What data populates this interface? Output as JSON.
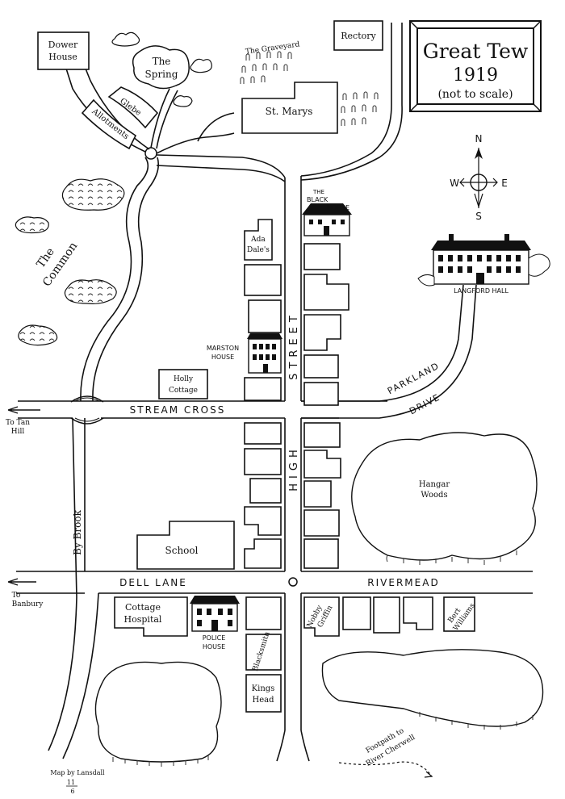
{
  "title": {
    "line1": "Great Tew",
    "line2": "1919",
    "line3": "(not to scale)"
  },
  "compass": {
    "n": "N",
    "s": "S",
    "e": "E",
    "w": "W"
  },
  "roads": {
    "stream_cross": "STREAM CROSS",
    "high_street_high": "HIGH",
    "high_street_street": "STREET",
    "parkland": "PARKLAND",
    "drive": "DRIVE",
    "dell_lane": "DELL LANE",
    "rivermead": "RIVERMEAD",
    "by_brook": "By Brook",
    "to_tan_hill_1": "To Tan",
    "to_tan_hill_2": "Hill",
    "to_banbury_1": "To",
    "to_banbury_2": "Banbury",
    "footpath_1": "Footpath to",
    "footpath_2": "River Cherwell"
  },
  "places": {
    "dower_house_1": "Dower",
    "dower_house_2": "House",
    "the_spring_1": "The",
    "the_spring_2": "Spring",
    "glebe": "Glebe",
    "allotments": "Allotments",
    "graveyard": "The Graveyard",
    "st_marys": "St. Marys",
    "rectory": "Rectory",
    "the_common_1": "The",
    "the_common_2": "Common",
    "black_horse_1": "THE",
    "black_horse_2": "BLACK",
    "black_horse_3": "HORSE",
    "ada_dales_1": "Ada",
    "ada_dales_2": "Dale's",
    "langford_hall": "LANGFORD HALL",
    "marston_house_1": "MARSTON",
    "marston_house_2": "HOUSE",
    "holly_cottage_1": "Holly",
    "holly_cottage_2": "Cottage",
    "hangar_woods_1": "Hangar",
    "hangar_woods_2": "Woods",
    "school": "School",
    "cottage_hospital_1": "Cottage",
    "cottage_hospital_2": "Hospital",
    "police_house_1": "POLICE",
    "police_house_2": "HOUSE",
    "nobby_griffin_1": "Nobby",
    "nobby_griffin_2": "Griffin",
    "bert_williams_1": "Bert",
    "bert_williams_2": "Williams",
    "blacksmith": "Blacksmith",
    "kings_head_1": "Kings",
    "kings_head_2": "Head"
  },
  "credit": {
    "line1": "Map by Lansdall",
    "line2": "11",
    "line3": "6"
  }
}
